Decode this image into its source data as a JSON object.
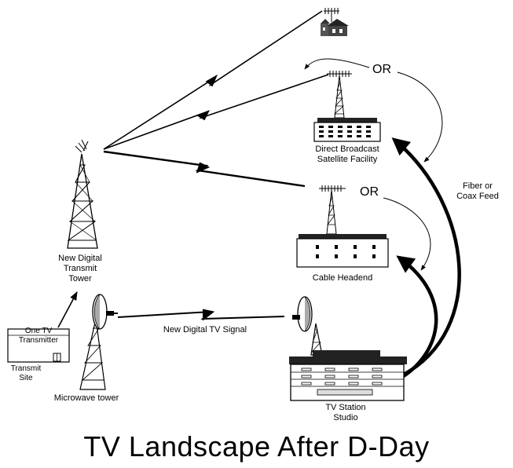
{
  "title": "TV Landscape After D-Day",
  "labels": {
    "dbs_facility": [
      "Direct Broadcast",
      "Satellite Facility"
    ],
    "or_upper": "OR",
    "or_lower": "OR",
    "fiber_feed": [
      "Fiber or",
      "Coax Feed"
    ],
    "new_tower": [
      "New Digital",
      "Transmit",
      "Tower"
    ],
    "cable_headend": "Cable Headend",
    "transmitter_box": [
      "One TV",
      "Transmitter"
    ],
    "transmit_site": [
      "Transmit",
      "Site"
    ],
    "signal": "New Digital TV Signal",
    "microwave_tower": "Microwave tower",
    "studio": [
      "TV Station",
      "Studio"
    ]
  },
  "icons": [
    "house-icon",
    "antenna-tower-icon",
    "microwave-dish-icon",
    "lightning-bolt-icon",
    "building-icon"
  ]
}
